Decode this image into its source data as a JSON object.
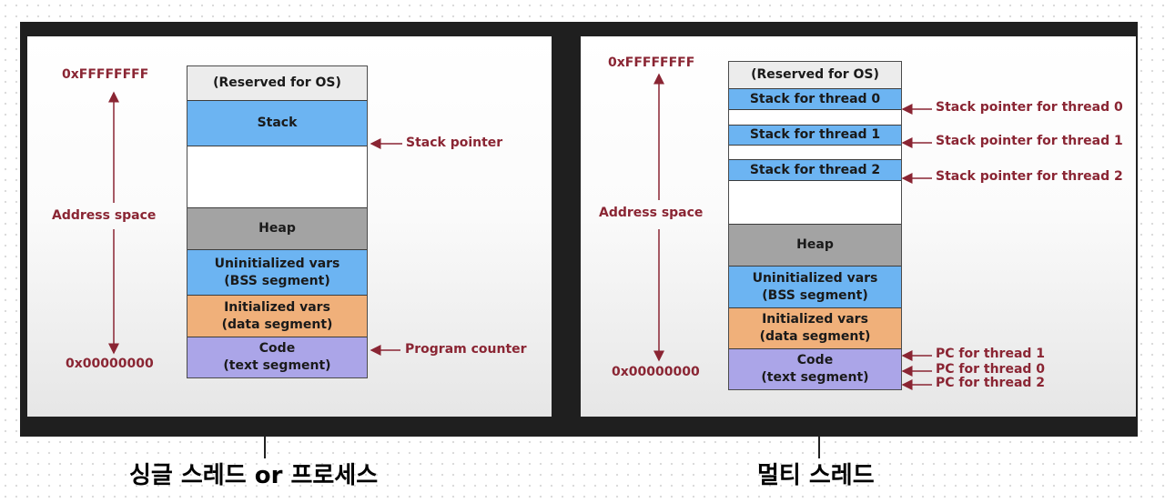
{
  "single": {
    "addr_top": "0xFFFFFFFF",
    "addr_bottom": "0x00000000",
    "address_space": "Address space",
    "segments": {
      "reserved": "(Reserved for OS)",
      "stack": "Stack",
      "heap": "Heap",
      "bss_1": "Uninitialized vars",
      "bss_2": "(BSS segment)",
      "data_1": "Initialized vars",
      "data_2": "(data segment)",
      "code_1": "Code",
      "code_2": "(text segment)"
    },
    "pointers": {
      "stack_pointer": "Stack pointer",
      "program_counter": "Program counter"
    },
    "caption": "싱글 스레드 or 프로세스"
  },
  "multi": {
    "addr_top": "0xFFFFFFFF",
    "addr_bottom": "0x00000000",
    "address_space": "Address space",
    "segments": {
      "reserved": "(Reserved for OS)",
      "stack_0": "Stack for thread 0",
      "stack_1": "Stack for thread 1",
      "stack_2": "Stack for thread 2",
      "heap": "Heap",
      "bss_1": "Uninitialized vars",
      "bss_2": "(BSS segment)",
      "data_1": "Initialized vars",
      "data_2": "(data segment)",
      "code_1": "Code",
      "code_2": "(text segment)"
    },
    "pointers": {
      "sp_0": "Stack pointer for thread 0",
      "sp_1": "Stack pointer for thread 1",
      "sp_2": "Stack pointer for thread 2",
      "pc_1": "PC for thread 1",
      "pc_0": "PC for thread 0",
      "pc_2": "PC for thread 2"
    },
    "caption": "멀티 스레드"
  },
  "colors": {
    "label_red": "#8a2533",
    "stack_blue": "#6cb4f2",
    "heap_gray": "#a3a3a3",
    "data_orange": "#f0b07a",
    "code_purple": "#aba5e8"
  }
}
